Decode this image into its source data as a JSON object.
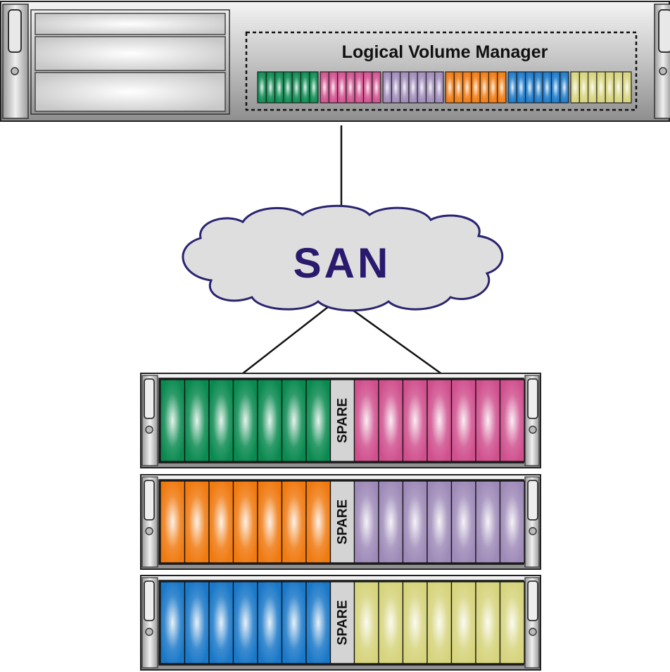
{
  "server": {
    "lvm_label": "Logical Volume Manager",
    "volume_colors": [
      "#0a8a50",
      "#d0508e",
      "#9e8ab8",
      "#f07a10",
      "#1a78c8",
      "#d6d47c"
    ],
    "cells_per_volume": 7
  },
  "network": {
    "label": "SAN"
  },
  "arrays": [
    {
      "left_color": "#0a8a50",
      "right_color": "#d0508e",
      "spare_label": "SPARE"
    },
    {
      "left_color": "#f07a10",
      "right_color": "#9e8ab8",
      "spare_label": "SPARE"
    },
    {
      "left_color": "#1a78c8",
      "right_color": "#d6d47c",
      "spare_label": "SPARE"
    }
  ],
  "drives_per_side": 7
}
